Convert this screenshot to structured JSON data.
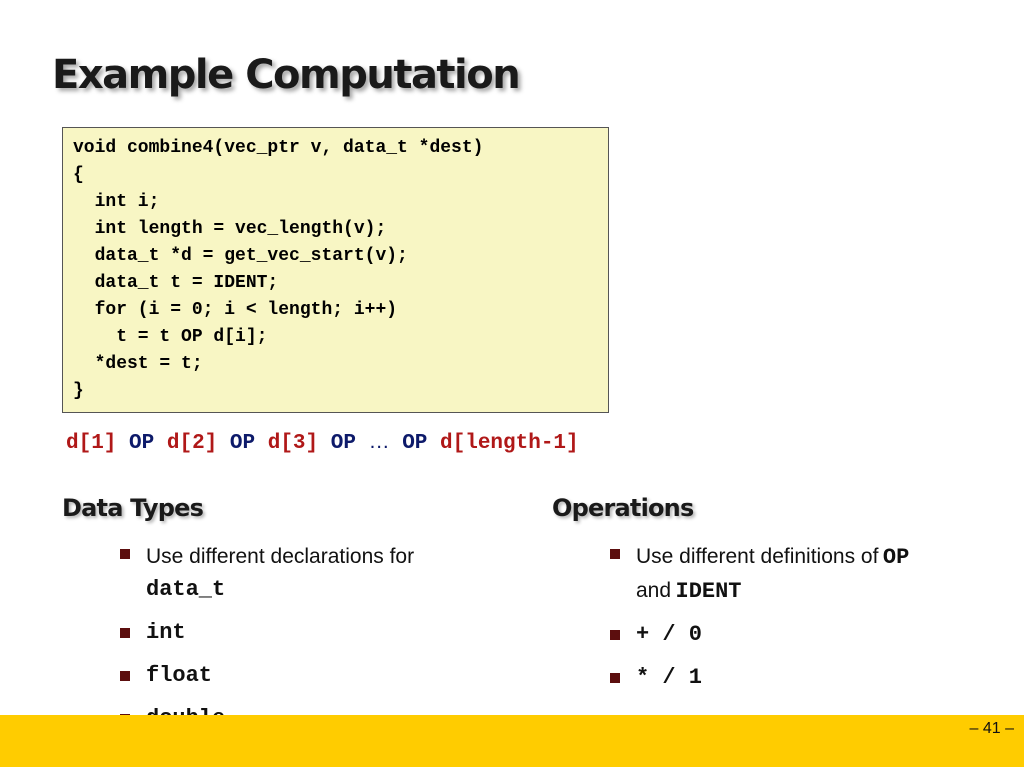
{
  "slide": {
    "title": "Example Computation",
    "code_lines": [
      "void combine4(vec_ptr v, data_t *dest)",
      "{",
      "  int i;",
      "  int length = vec_length(v);",
      "  data_t *d = get_vec_start(v);",
      "  data_t t = IDENT;",
      "  for (i = 0; i < length; i++)",
      "    t = t OP d[i];",
      "  *dest = t;",
      "}"
    ],
    "expression": {
      "d1": "d[1]",
      "op": "OP",
      "d2": "d[2]",
      "d3": "d[3]",
      "ellipsis": "…",
      "dlast": "d[length-1]"
    },
    "data_types": {
      "heading": "Data Types",
      "item1_text": "Use different declarations for",
      "item1_code": "data_t",
      "item2": "int",
      "item3": "float",
      "item4": "double"
    },
    "operations": {
      "heading": "Operations",
      "item1_text_a": "Use different definitions of",
      "item1_code_a": "OP",
      "item1_text_b": "and",
      "item1_code_b": "IDENT",
      "item2": "+ / 0",
      "item3": "* / 1"
    },
    "page_number": "– 41 –"
  },
  "colors": {
    "code_background": "#f8f6c4",
    "operand_red": "#b01818",
    "operator_navy": "#0d1a6a",
    "bullet_maroon": "#5c0e0e",
    "footer_yellow": "#ffcc00"
  }
}
